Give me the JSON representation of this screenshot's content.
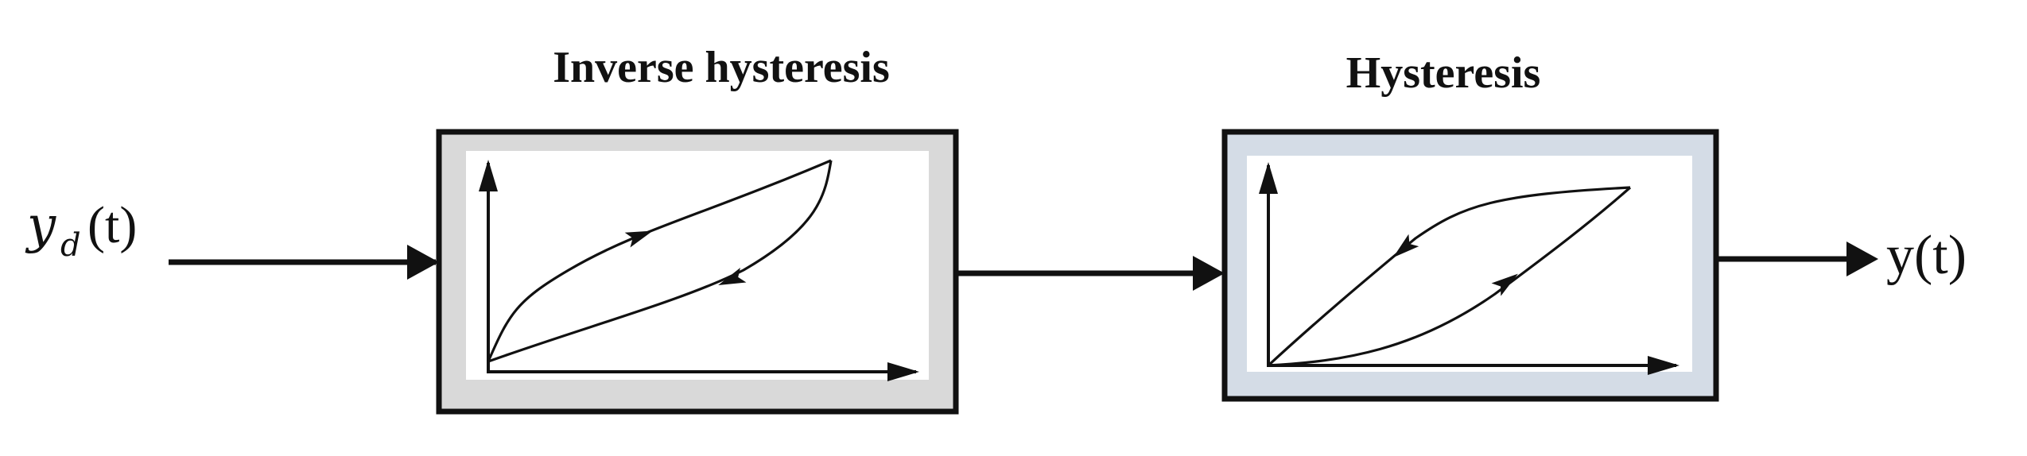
{
  "blocks": {
    "inverse": {
      "title": "Inverse hysteresis",
      "frame_color": "#d9d9d9"
    },
    "hysteresis": {
      "title": "Hysteresis",
      "frame_color": "#d4dce6"
    }
  },
  "signals": {
    "input": {
      "symbol": "y",
      "subscript": "d",
      "arg": "(t)"
    },
    "output": {
      "label": "y(t)"
    }
  },
  "colors": {
    "ink": "#111111",
    "plot_bg": "#ffffff"
  }
}
